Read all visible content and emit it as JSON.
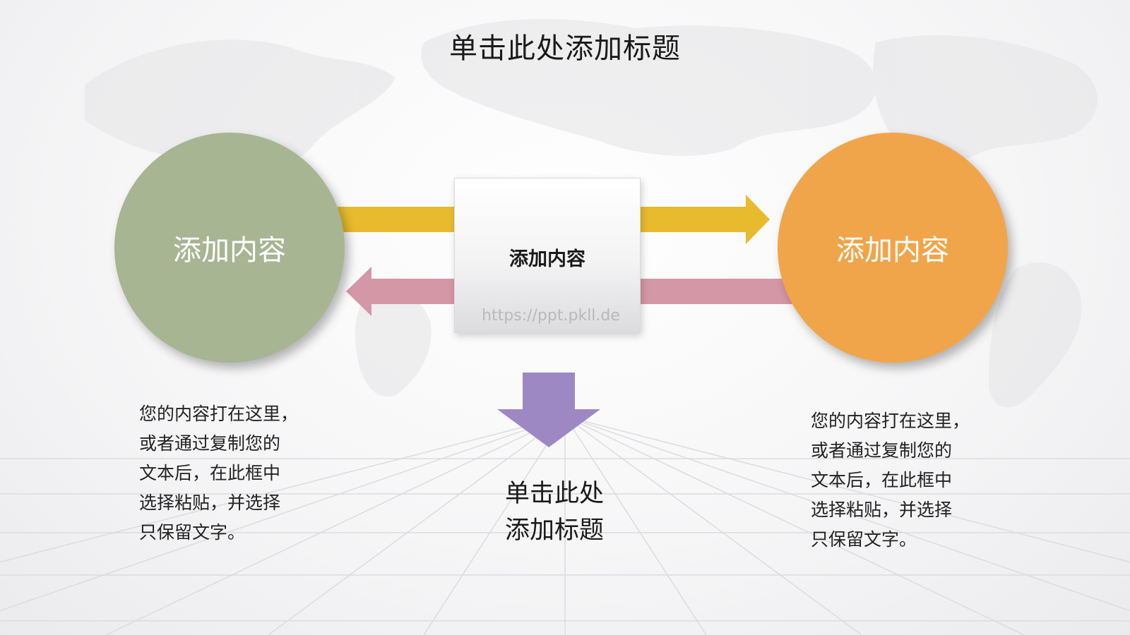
{
  "slide": {
    "title": "单击此处添加标题",
    "left_circle": {
      "label": "添加内容",
      "color": "#a7b592"
    },
    "right_circle": {
      "label": "添加内容",
      "color": "#f1a54a"
    },
    "center_box": {
      "label": "添加内容",
      "watermark": "https://ppt.pkll.de"
    },
    "left_desc": [
      "您的内容打在这里，",
      "或者通过复制您的",
      "文本后，在此框中",
      "选择粘贴，并选择",
      "只保留文字。"
    ],
    "right_desc": [
      "您的内容打在这里，",
      "或者通过复制您的",
      "文本后，在此框中",
      "选择粘贴，并选择",
      "只保留文字。"
    ],
    "bottom_title": [
      "单击此处",
      "添加标题"
    ],
    "colors": {
      "arrow_yellow": "#e8bb2e",
      "arrow_pink": "#d497a6",
      "arrow_purple": "#9e88c4"
    }
  }
}
